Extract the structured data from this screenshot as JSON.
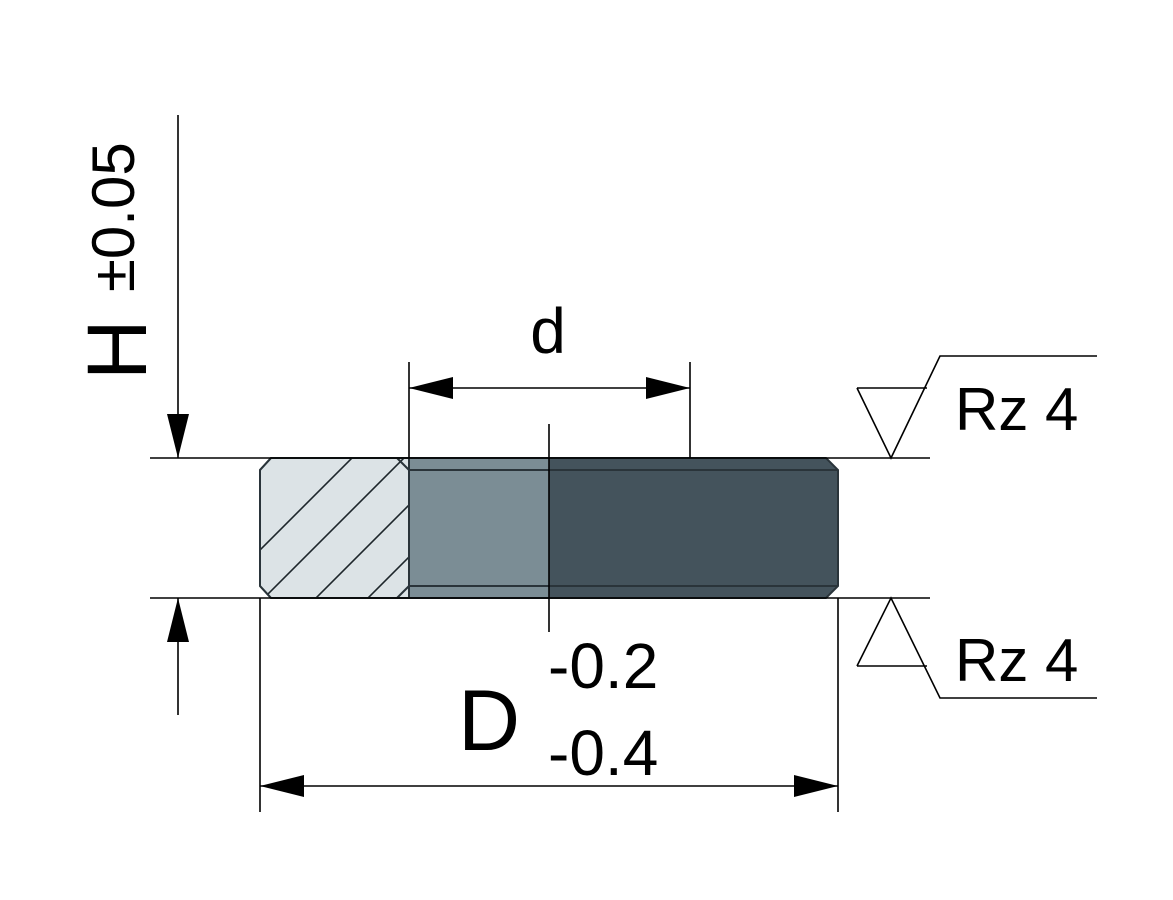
{
  "dimensions": {
    "height": {
      "symbol": "H",
      "tolerance": "±0.05"
    },
    "inner_diameter": {
      "symbol": "d"
    },
    "outer_diameter": {
      "symbol": "D",
      "upper_deviation": "-0.2",
      "lower_deviation": "-0.4"
    }
  },
  "surface_finish": {
    "top": "Rz 4",
    "bottom": "Rz 4"
  },
  "colors": {
    "section_hatch_fill": "#dce3e6",
    "bore_light": "#7b8d95",
    "body_dark": "#44535c",
    "edge": "#2a343a"
  }
}
